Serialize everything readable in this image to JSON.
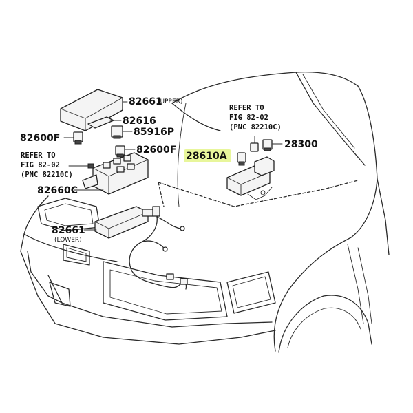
{
  "labels": {
    "upper_cover": {
      "number": "82661",
      "suffix": "(UPPER)"
    },
    "bracket": {
      "number": "82616"
    },
    "fuse_left": {
      "number": "82600F"
    },
    "relay": {
      "number": "85916P"
    },
    "fuse_mid": {
      "number": "82600F"
    },
    "block": {
      "number": "82660C"
    },
    "lower_cover": {
      "number": "82661",
      "suffix": "(LOWER)"
    },
    "horn_relay": {
      "number": "28610A",
      "highlighted": true
    },
    "relay_right": {
      "number": "28300"
    }
  },
  "refs": {
    "left": {
      "line1": "REFER TO",
      "line2": "FIG 82-02",
      "line3": "(PNC 82210C)"
    },
    "right": {
      "line1": "REFER TO",
      "line2": "FIG 82-02",
      "line3": "(PNC 82210C)"
    }
  },
  "colors": {
    "highlight": "#e4f58a",
    "ink": "#222222"
  }
}
